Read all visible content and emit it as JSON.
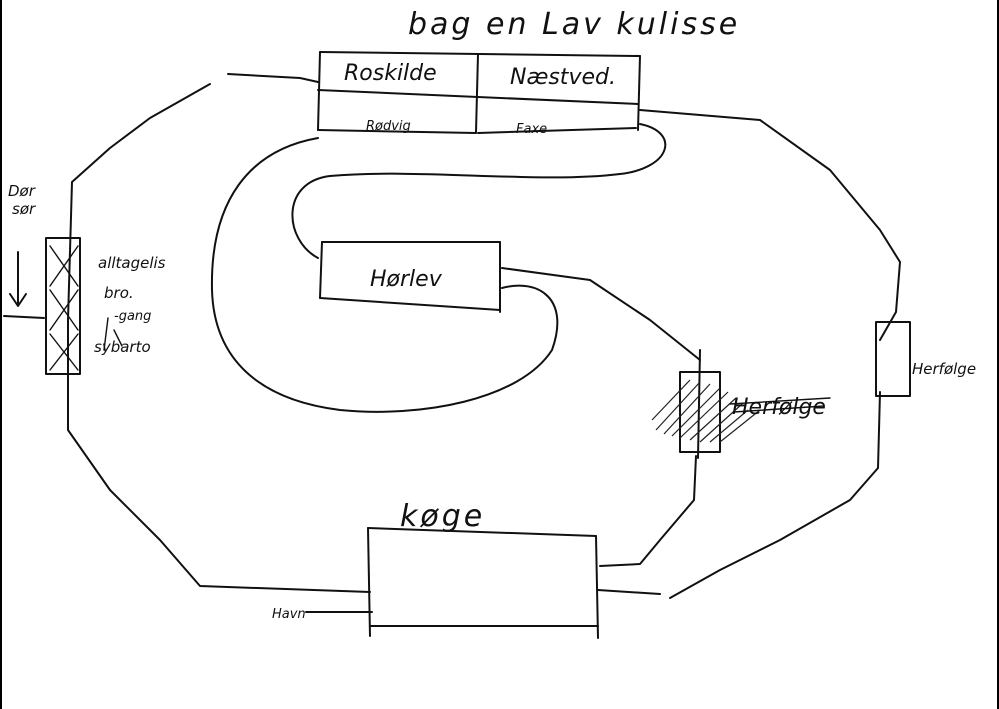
{
  "title": "bag en Lav kulisse",
  "stations": {
    "roskilde": "Roskilde",
    "naestved": "Næstved.",
    "rodvig": "Rødvig",
    "faxe": "Faxe",
    "herlev": "Hørlev",
    "koge": "køge",
    "herfolge": "Herfølge",
    "herfolge_crossed": "Herfølge",
    "havn": "Havn"
  },
  "notes": {
    "door_1": "Dør",
    "door_2": "sør",
    "bridge_1": "alltagelis",
    "bridge_2": "bro.",
    "bridge_3": "-gang",
    "bridge_4": "sybarto"
  }
}
